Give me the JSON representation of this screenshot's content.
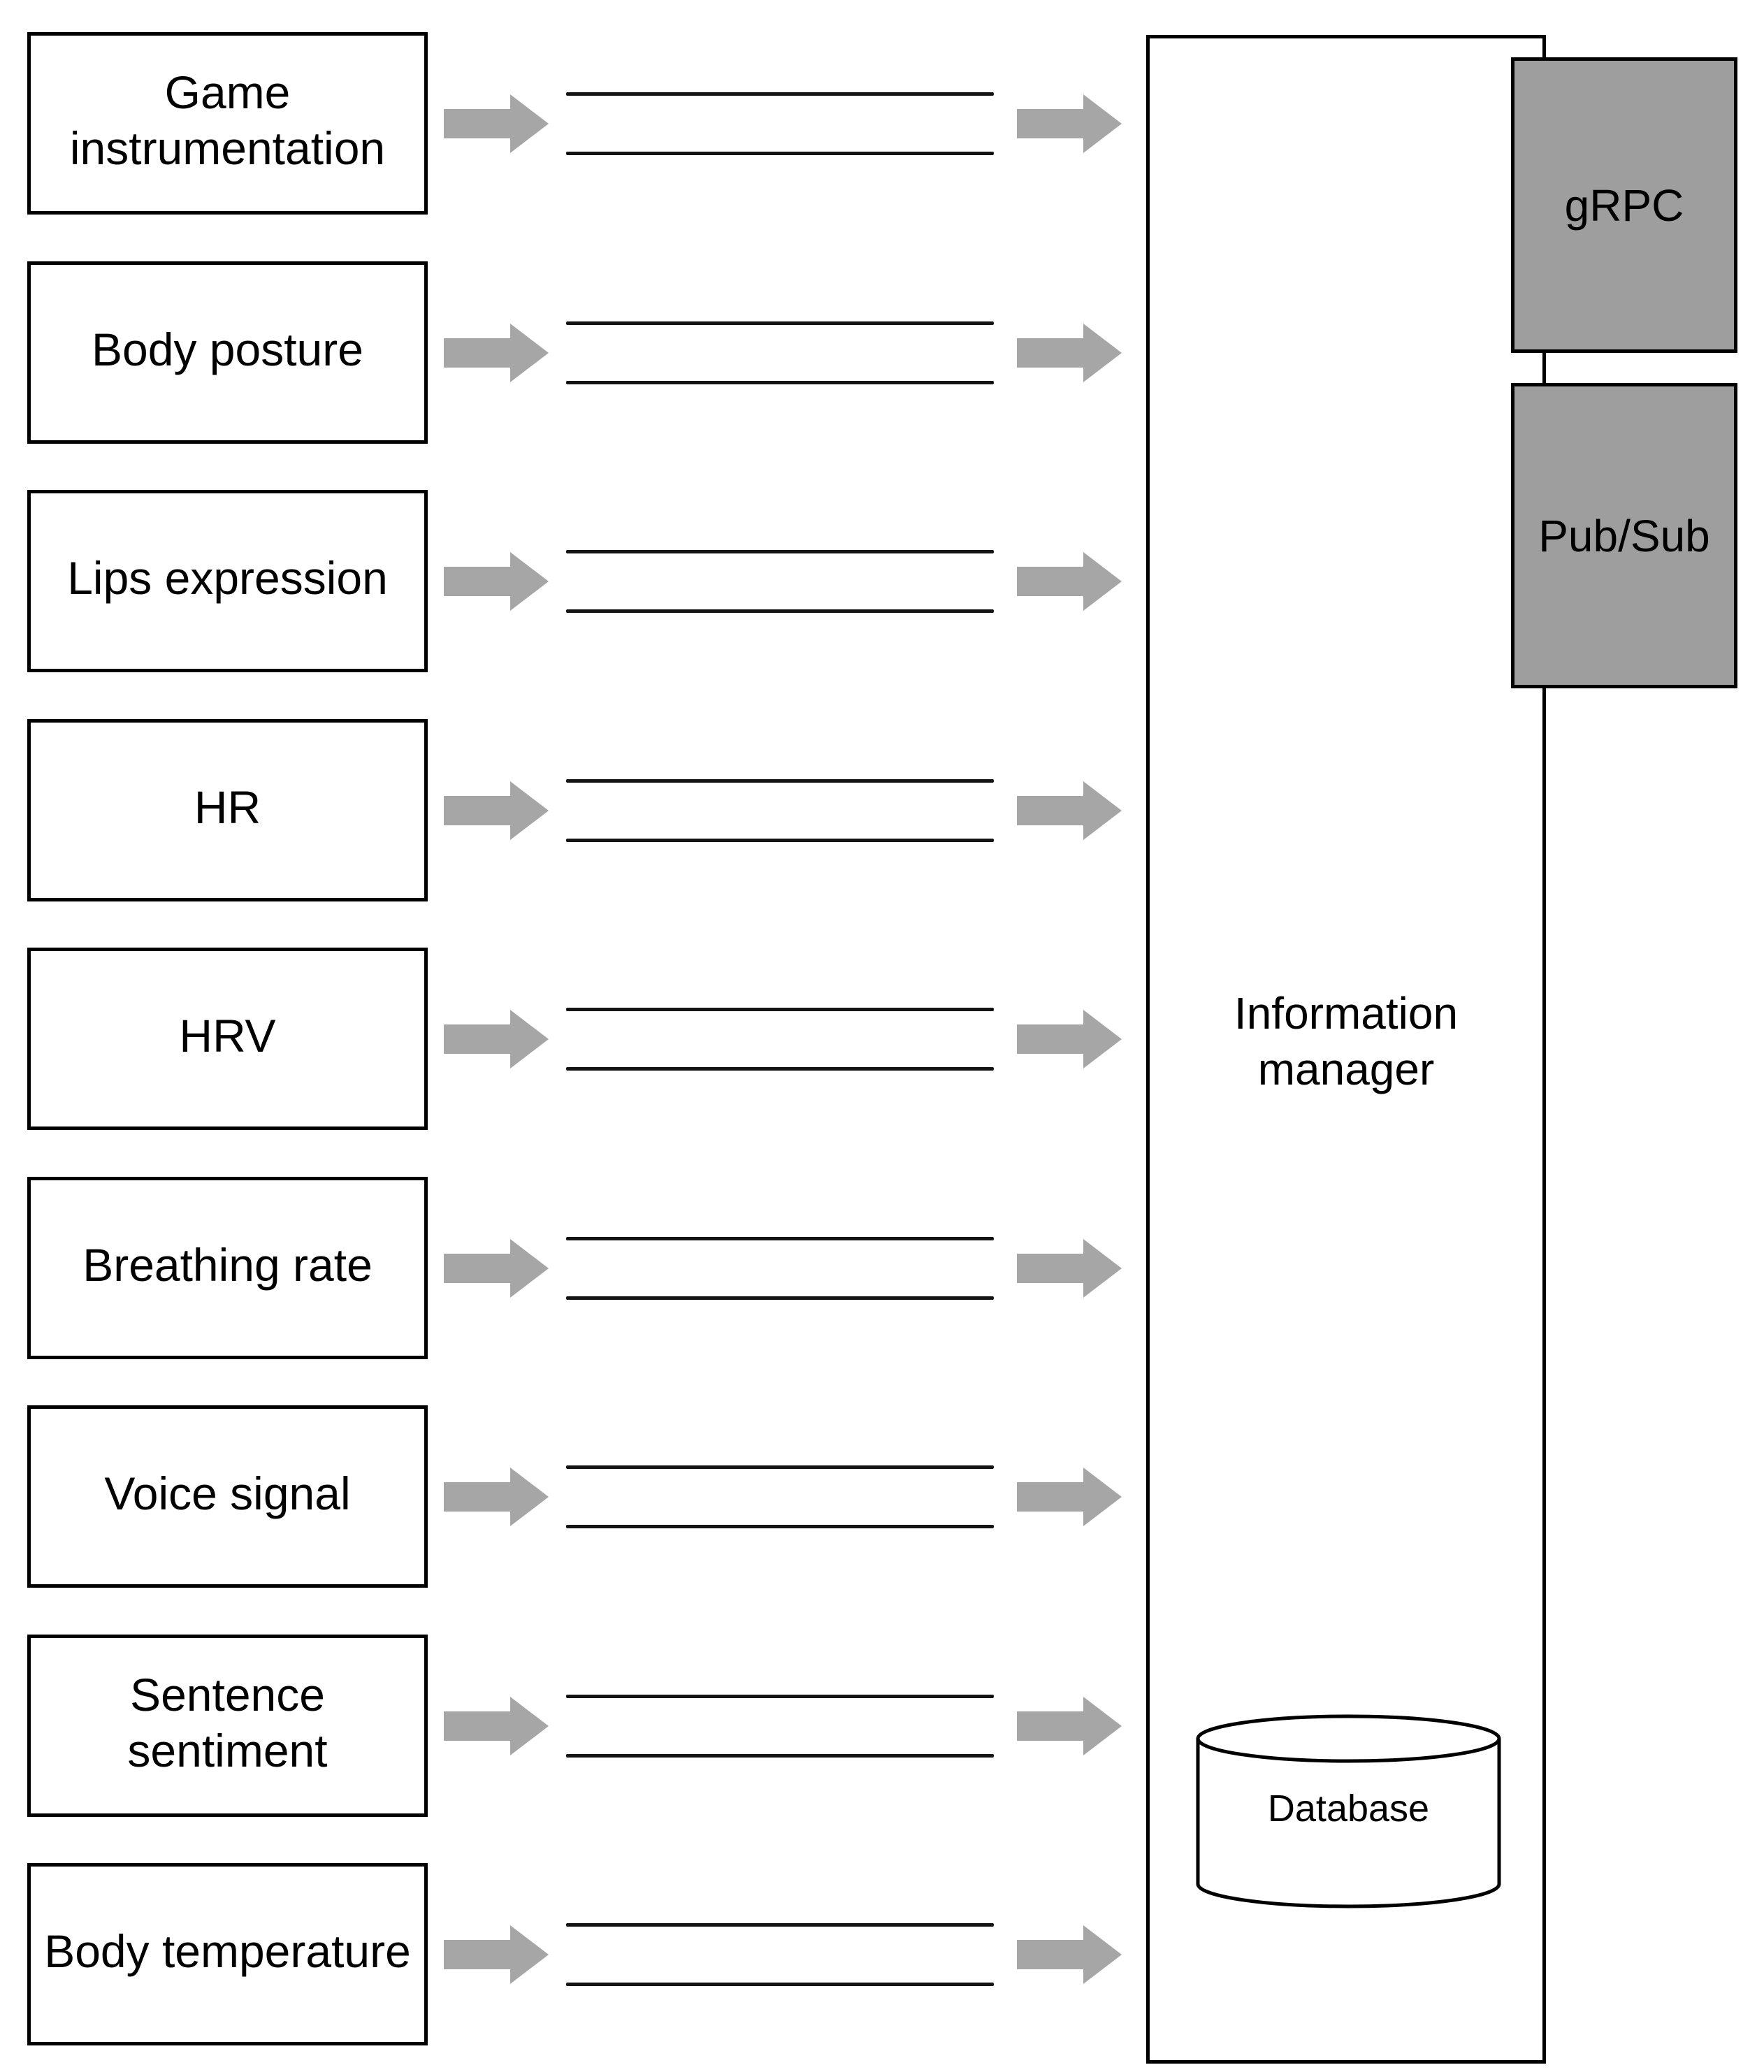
{
  "sources": [
    {
      "label": "Game instrumentation"
    },
    {
      "label": "Body posture"
    },
    {
      "label": "Lips expression"
    },
    {
      "label": "HR"
    },
    {
      "label": "HRV"
    },
    {
      "label": "Breathing rate"
    },
    {
      "label": "Voice signal"
    },
    {
      "label": "Sentence sentiment"
    },
    {
      "label": "Body temperature"
    }
  ],
  "manager": {
    "label": "Information manager"
  },
  "interfaces": [
    {
      "label": "gRPC"
    },
    {
      "label": "Pub/Sub"
    }
  ],
  "database": {
    "label": "Database"
  },
  "colors": {
    "arrow": "#a6a6a6",
    "interface_fill": "#9e9e9e",
    "border": "#000000",
    "channel_line": "#141414",
    "background": "#ffffff"
  }
}
